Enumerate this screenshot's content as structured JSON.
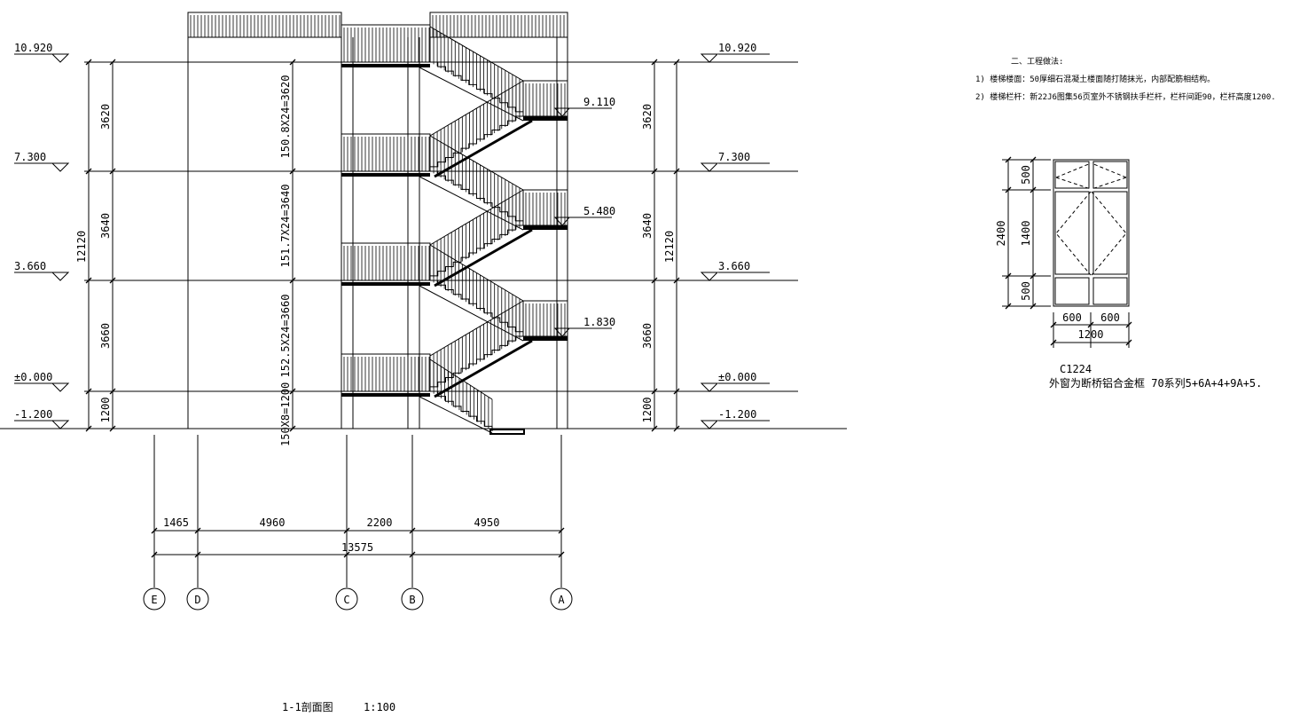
{
  "levels_left": [
    "10.920",
    "7.300",
    "3.660",
    "±0.000",
    "-1.200"
  ],
  "levels_right": [
    "10.920",
    "7.300",
    "3.660",
    "±0.000",
    "-1.200"
  ],
  "mid_levels": [
    "9.110",
    "5.480",
    "1.830"
  ],
  "floor_heights": [
    "3620",
    "3640",
    "3660",
    "1200"
  ],
  "total_height": "12120",
  "step_notes": [
    "150.8X24=3620",
    "151.7X24=3640",
    "152.5X24=3660",
    "150X8=1200"
  ],
  "axis_dims": [
    "1465",
    "4960",
    "2200",
    "4950"
  ],
  "axis_total": "13575",
  "axes": [
    "E",
    "D",
    "C",
    "B",
    "A"
  ],
  "notes": {
    "heading": "二、工程做法:",
    "items": [
      "1) 楼梯楼面：50厚细石混凝土楼面随打随抹光，内部配筋相结构。",
      "2) 楼梯栏杆：新22J6图集56页室外不锈钢扶手栏杆，栏杆间距90，栏杆高度1200."
    ]
  },
  "window": {
    "heights": [
      "500",
      "1400",
      "500"
    ],
    "total_height": "2400",
    "widths": [
      "600",
      "600"
    ],
    "total_width": "1200",
    "code": "C1224",
    "spec": "外窗为断桥铝合金框 70系列5+6A+4+9A+5."
  },
  "title": {
    "name": "1-1剖面图",
    "scale": "1:100"
  },
  "colors": {
    "line": "#000000",
    "background": "#ffffff"
  }
}
